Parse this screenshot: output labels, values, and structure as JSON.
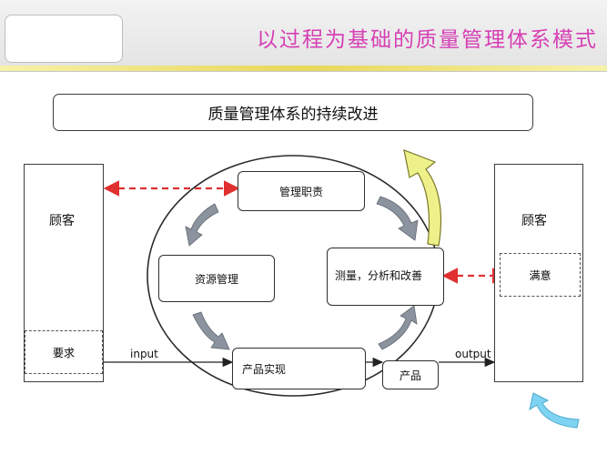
{
  "slide": {
    "title": "以过程为基础的质量管理体系模式"
  },
  "banner": {
    "text": "质量管理体系的持续改进"
  },
  "left_customer": {
    "label": "顾客",
    "requirement": "要求"
  },
  "right_customer": {
    "label": "顾客",
    "satisfaction": "满意"
  },
  "processes": {
    "management": "管理职责",
    "resource": "资源管理",
    "realization": "产品实现",
    "measurement": "测量，分析和改善"
  },
  "output_product": "产品",
  "flow": {
    "input": "input",
    "output": "output"
  },
  "colors": {
    "title": "#d63fb4",
    "dashed_arrow": "#e03030",
    "improve_arrow": "#eef08a",
    "cycle_arrow": "#8a939e",
    "return_arrow": "#7fd3f2"
  },
  "icons": [
    "improvement-up-arrow",
    "cycle-arrow",
    "return-arrow",
    "chevron-arrow"
  ]
}
